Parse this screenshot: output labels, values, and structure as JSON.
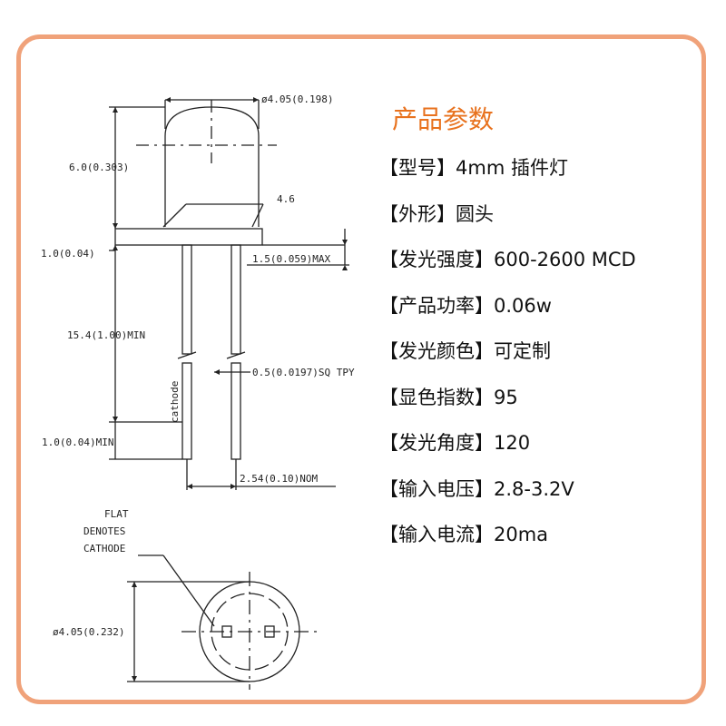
{
  "colors": {
    "border": "#f0a27a",
    "title": "#e8721e",
    "line": "#222222"
  },
  "drawing": {
    "dia_top": "ø4.05(0.198)",
    "height_dome": "6.0(0.303)",
    "lens_dim": "4.6",
    "flange_h": "1.0(0.04)",
    "flange_max": "1.5(0.059)MAX",
    "lead_len": "15.4(1.00)MIN",
    "lead_sq": "0.5(0.0197)SQ TPY",
    "cathode": "cathode",
    "lead_end": "1.0(0.04)MIN",
    "pitch": "2.54(0.10)NOM",
    "flat_1": "FLAT",
    "flat_2": "DENOTES",
    "flat_3": "CATHODE",
    "dia_bottom": "ø4.05(0.232)"
  },
  "params": {
    "title": "产品参数",
    "rows": [
      {
        "label": "【型号】",
        "value": "4mm 插件灯"
      },
      {
        "label": "【外形】",
        "value": "圆头"
      },
      {
        "label": "【发光强度】",
        "value": "600-2600 MCD"
      },
      {
        "label": "【产品功率】",
        "value": "0.06w"
      },
      {
        "label": "【发光颜色】",
        "value": "可定制"
      },
      {
        "label": "【显色指数】",
        "value": "95"
      },
      {
        "label": "【发光角度】",
        "value": "120"
      },
      {
        "label": "【输入电压】",
        "value": "2.8-3.2V"
      },
      {
        "label": "【输入电流】",
        "value": "20ma"
      }
    ]
  }
}
